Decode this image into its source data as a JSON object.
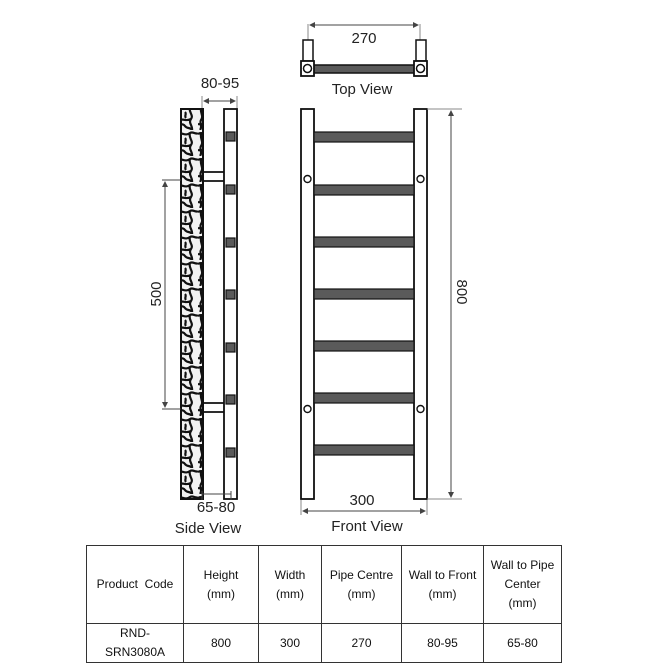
{
  "views": {
    "top": {
      "title": "Top View",
      "dimension": "270"
    },
    "side": {
      "title": "Side View",
      "dimension_top": "80-95",
      "dimension_bottom": "65-80",
      "dimension_vertical": "500"
    },
    "front": {
      "title": "Front View",
      "dimension_width": "300",
      "dimension_height": "800",
      "bar_count": 7
    }
  },
  "colors": {
    "line": "#1a1a1a",
    "bar_fill": "#5a5a5a",
    "dimension_line": "#444444"
  },
  "spec_table": {
    "headers": [
      [
        "Product  Code"
      ],
      [
        "Height",
        "(mm)"
      ],
      [
        "Width",
        "(mm)"
      ],
      [
        "Pipe Centre",
        "(mm)"
      ],
      [
        "Wall to Front",
        "(mm)"
      ],
      [
        "Wall to Pipe",
        "Center",
        "(mm)"
      ]
    ],
    "rows": [
      [
        "RND-SRN3080A",
        "800",
        "300",
        "270",
        "80-95",
        "65-80"
      ]
    ]
  }
}
